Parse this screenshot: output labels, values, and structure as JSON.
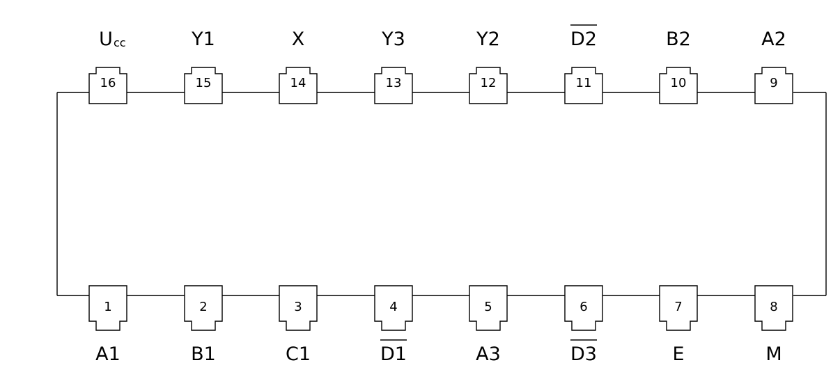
{
  "top_pins": [
    {
      "number": "16",
      "label": "U",
      "subscript": "cc",
      "overbar": false
    },
    {
      "number": "15",
      "label": "Y1",
      "overbar": false
    },
    {
      "number": "14",
      "label": "X",
      "overbar": false
    },
    {
      "number": "13",
      "label": "Y3",
      "overbar": false
    },
    {
      "number": "12",
      "label": "Y2",
      "overbar": false
    },
    {
      "number": "11",
      "label": "D2",
      "overbar": true
    },
    {
      "number": "10",
      "label": "B2",
      "overbar": false
    },
    {
      "number": "9",
      "label": "A2",
      "overbar": false
    }
  ],
  "bottom_pins": [
    {
      "number": "1",
      "label": "A1",
      "overbar": false
    },
    {
      "number": "2",
      "label": "B1",
      "overbar": false
    },
    {
      "number": "3",
      "label": "C1",
      "overbar": false
    },
    {
      "number": "4",
      "label": "D1",
      "overbar": true
    },
    {
      "number": "5",
      "label": "A3",
      "overbar": false
    },
    {
      "number": "6",
      "label": "D3",
      "overbar": true
    },
    {
      "number": "7",
      "label": "E",
      "overbar": false
    },
    {
      "number": "8",
      "label": "M",
      "overbar": false
    }
  ]
}
